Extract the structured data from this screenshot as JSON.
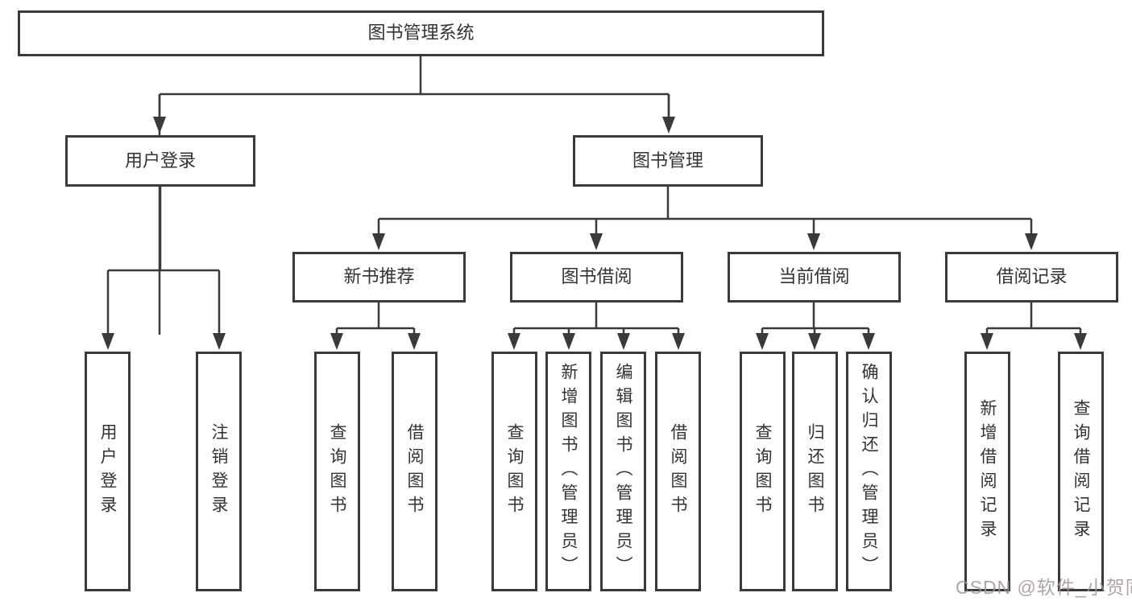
{
  "colors": {
    "line": "#3a3a3a",
    "box_border": "#3a3a3a",
    "text": "#333333",
    "background": "#ffffff",
    "watermark": "#a09696"
  },
  "tree": {
    "root": {
      "label": "图书管理系统",
      "children": [
        {
          "label": "用户登录",
          "children": [
            {
              "label": "用户登录"
            },
            {
              "label": "注销登录"
            }
          ]
        },
        {
          "label": "图书管理",
          "children": [
            {
              "label": "新书推荐",
              "children": [
                {
                  "label": "查询图书"
                },
                {
                  "label": "借阅图书"
                }
              ]
            },
            {
              "label": "图书借阅",
              "children": [
                {
                  "label": "查询图书"
                },
                {
                  "label": "新增图书（管理员）"
                },
                {
                  "label": "编辑图书（管理员）"
                },
                {
                  "label": "借阅图书"
                }
              ]
            },
            {
              "label": "当前借阅",
              "children": [
                {
                  "label": "查询图书"
                },
                {
                  "label": "归还图书"
                },
                {
                  "label": "确认归还（管理员）"
                }
              ]
            },
            {
              "label": "借阅记录",
              "children": [
                {
                  "label": "新增借阅记录"
                },
                {
                  "label": "查询借阅记录"
                }
              ]
            }
          ]
        }
      ]
    }
  },
  "watermark": {
    "text": "CSDN @软件_小贺同学"
  }
}
